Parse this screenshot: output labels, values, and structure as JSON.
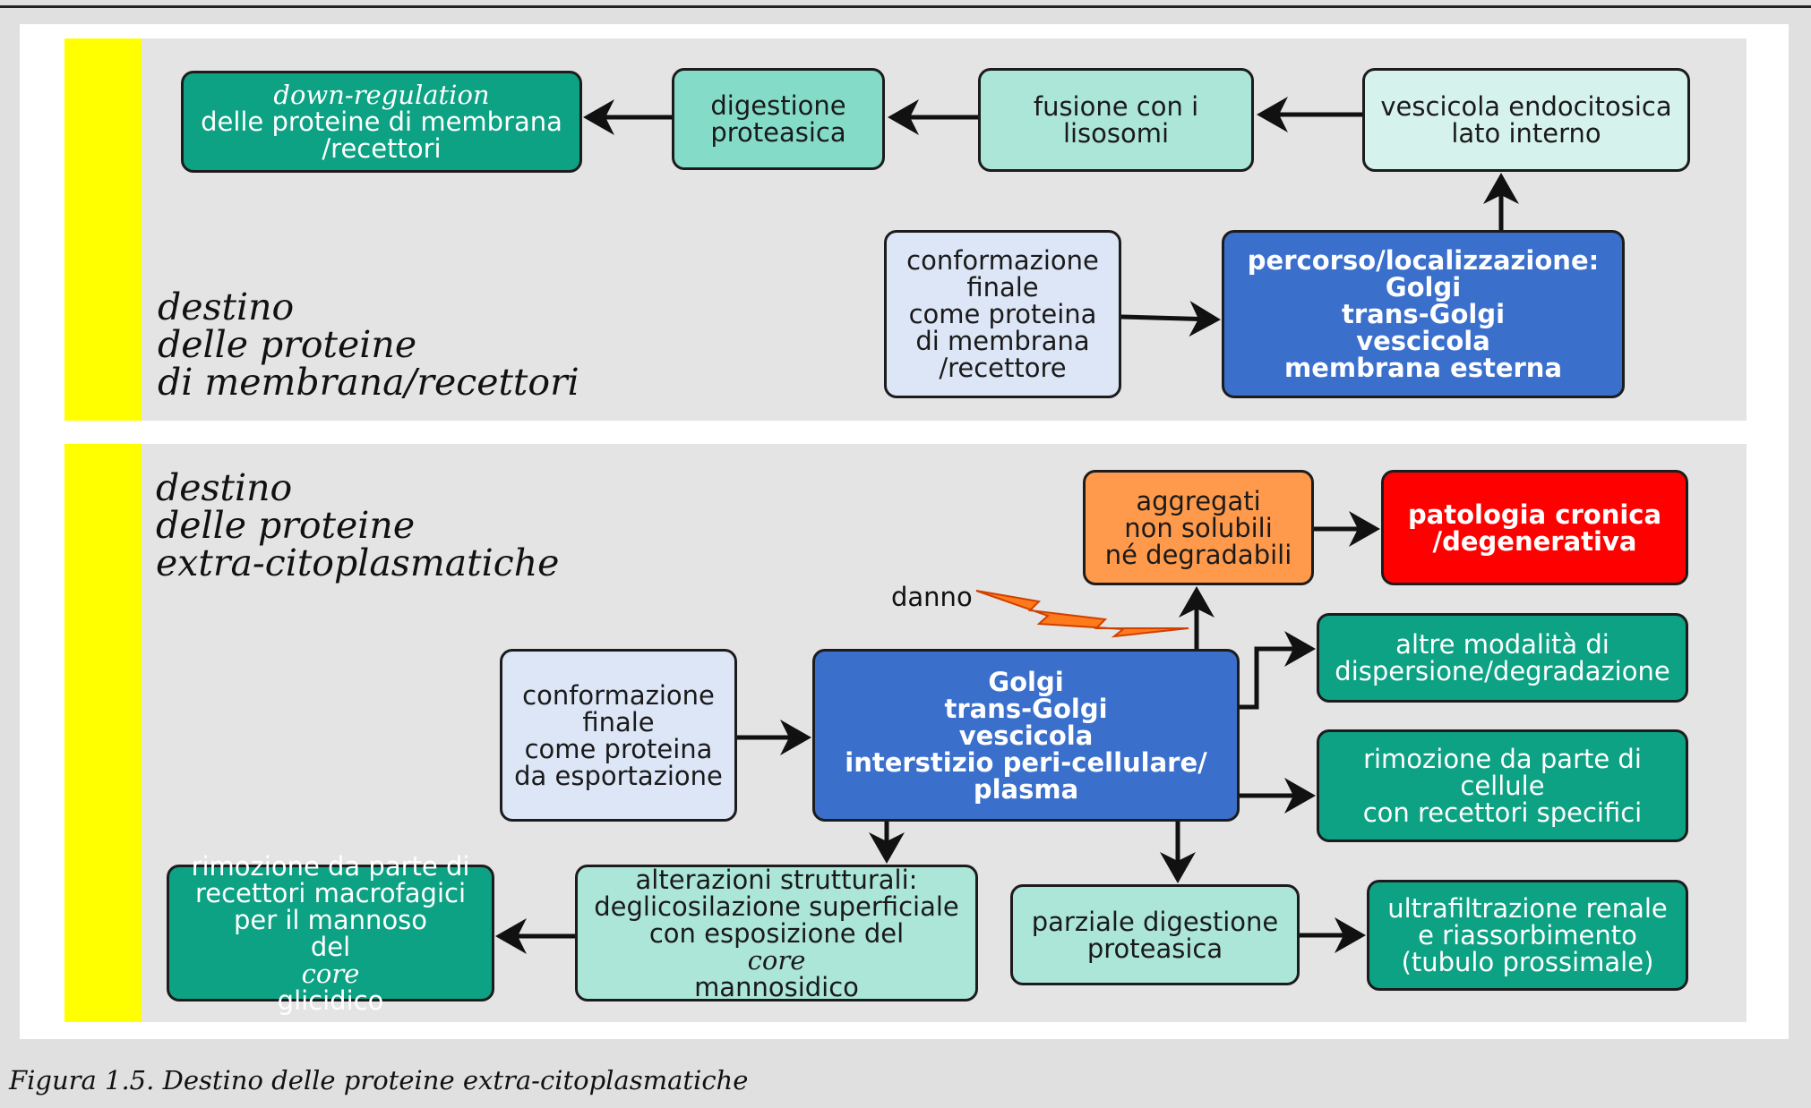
{
  "top_section": {
    "title_lines": [
      "destino",
      "delle proteine",
      "di membrana/recettori"
    ],
    "boxes": {
      "down_regulation": {
        "italic_line": "down-regulation",
        "lines": [
          "delle proteine di membrana",
          "/recettori"
        ]
      },
      "digestione": {
        "lines": [
          "digestione",
          "proteasica"
        ]
      },
      "fusione": {
        "lines": [
          "fusione con i",
          "lisosomi"
        ]
      },
      "vescicola_endocitosica": {
        "lines": [
          "vescicola endocitosica",
          "lato interno"
        ]
      },
      "conformazione": {
        "lines": [
          "conformazione",
          "finale",
          "come proteina",
          "di membrana",
          "/recettore"
        ]
      },
      "percorso": {
        "lines": [
          "percorso/localizzazione:",
          "Golgi",
          "trans-Golgi",
          "vescicola",
          "membrana esterna"
        ]
      }
    }
  },
  "bottom_section": {
    "title_lines": [
      "destino",
      "delle proteine",
      "extra-citoplasmatiche"
    ],
    "danno_label": "danno",
    "boxes": {
      "aggregati": {
        "lines": [
          "aggregati",
          "non solubili",
          "né degradabili"
        ]
      },
      "patologia": {
        "lines": [
          "patologia cronica",
          "/degenerativa"
        ]
      },
      "altre_modalita": {
        "lines": [
          "altre modalità di",
          "dispersione/degradazione"
        ]
      },
      "rimozione_cellule": {
        "lines": [
          "rimozione da parte di",
          "cellule",
          "con recettori specifici"
        ]
      },
      "conformazione_export": {
        "lines": [
          "conformazione",
          "finale",
          "come proteina",
          "da esportazione"
        ]
      },
      "golgi": {
        "lines": [
          "Golgi",
          "trans-Golgi",
          "vescicola",
          "interstizio peri-cellulare/",
          "plasma"
        ]
      },
      "rimozione_macrofagi": {
        "lines": [
          "rimozione da parte di",
          "recettori macrofagici",
          "per il mannoso"
        ],
        "last_line_pre": "del ",
        "last_line_italic": "core",
        "last_line_post": " glicidico"
      },
      "alterazioni": {
        "lines": [
          "alterazioni strutturali:",
          "deglicosilazione superficiale",
          "con esposizione del"
        ],
        "last_line_italic": "core",
        "last_line_post": " mannosidico"
      },
      "parziale": {
        "lines": [
          "parziale digestione",
          "proteasica"
        ]
      },
      "ultrafiltrazione": {
        "lines": [
          "ultrafiltrazione renale",
          "e riassorbimento",
          "(tubulo prossimale)"
        ]
      }
    }
  },
  "caption": "Figura 1.5. Destino delle proteine extra-citoplasmatiche",
  "colors": {
    "panel": "#e4e4e4",
    "stripe": "#ffff00",
    "blue": "#3a6fcc",
    "green": "#0ca283",
    "orange": "#ff9a4c",
    "red": "#ff0000",
    "light_blue": "#dce6f6",
    "mint": "#ace6d8"
  },
  "icons": {
    "damage": "lightning-bolt-icon"
  }
}
